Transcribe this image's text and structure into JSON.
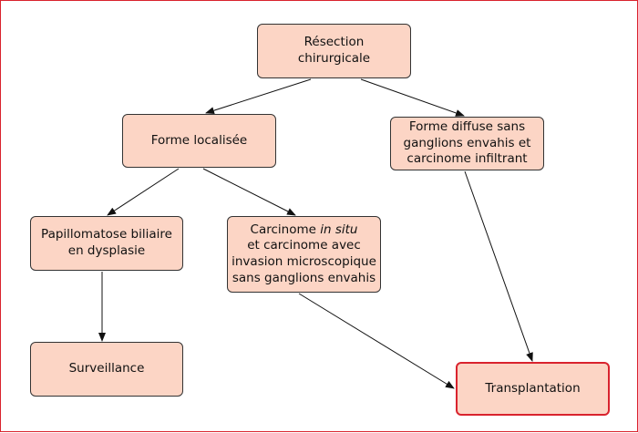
{
  "diagram": {
    "nodes": {
      "resection": {
        "lines": [
          "Résection",
          "chirurgicale"
        ]
      },
      "localisee": {
        "lines": [
          "Forme localisée"
        ]
      },
      "diffuse": {
        "lines": [
          "Forme diffuse sans",
          "ganglions envahis et",
          "carcinome infiltrant"
        ]
      },
      "papillomatose": {
        "lines": [
          "Papillomatose biliaire",
          "en dysplasie"
        ]
      },
      "carcinome": {
        "line1_pre": "Carcinome ",
        "line1_em": "in situ",
        "lines": [
          "et carcinome avec",
          "invasion microscopique",
          "sans ganglions envahis"
        ]
      },
      "surveillance": {
        "lines": [
          "Surveillance"
        ]
      },
      "transplantation": {
        "lines": [
          "Transplantation"
        ]
      }
    },
    "edges": [
      {
        "from": "resection",
        "to": "localisee"
      },
      {
        "from": "resection",
        "to": "diffuse"
      },
      {
        "from": "localisee",
        "to": "papillomatose"
      },
      {
        "from": "localisee",
        "to": "carcinome"
      },
      {
        "from": "papillomatose",
        "to": "surveillance"
      },
      {
        "from": "carcinome",
        "to": "transplantation"
      },
      {
        "from": "diffuse",
        "to": "transplantation"
      }
    ],
    "colors": {
      "node_fill": "#fcd5c5",
      "border": "#333333",
      "highlight": "#d9232e"
    }
  }
}
